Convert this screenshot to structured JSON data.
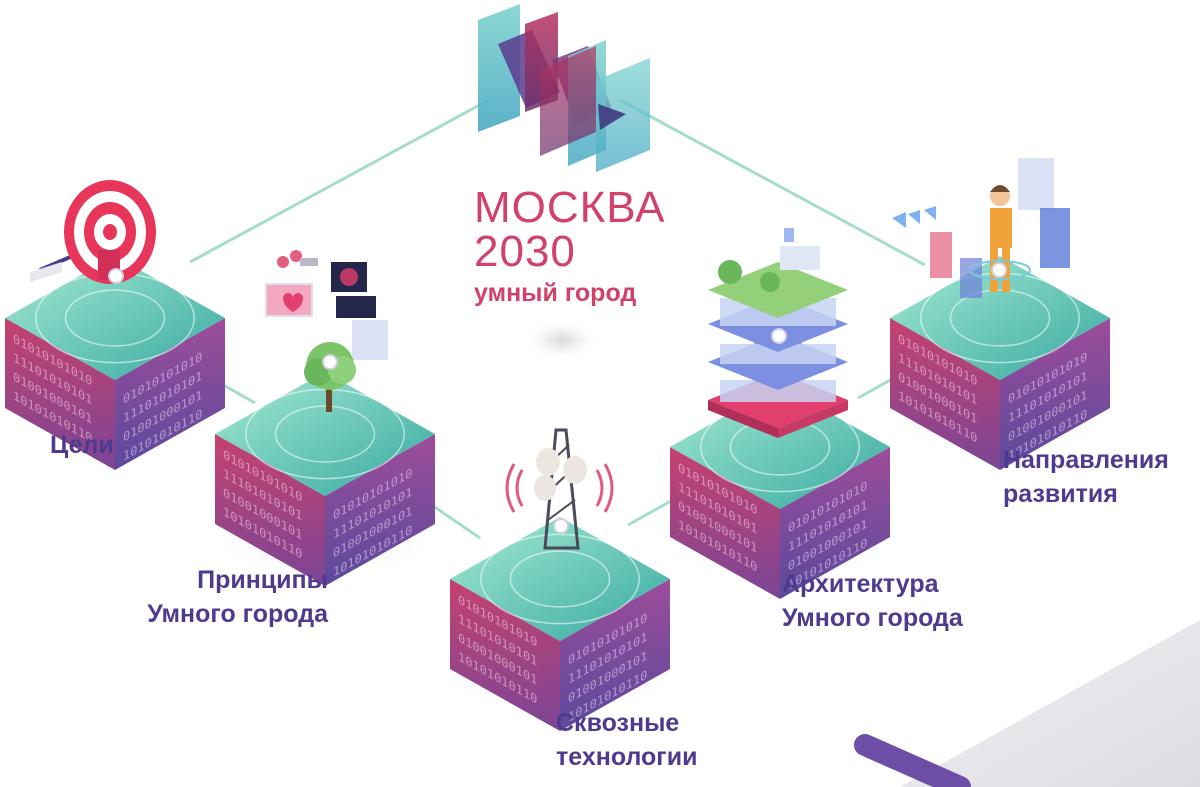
{
  "logo": {
    "line1": "МОСКВА",
    "line2": "2030",
    "line3": "умный город"
  },
  "nodes": {
    "goals": {
      "lines": [
        "Цели"
      ]
    },
    "principles": {
      "lines": [
        "Принципы",
        "Умного города"
      ]
    },
    "technologies": {
      "lines": [
        "Сквозные",
        "технологии"
      ]
    },
    "architecture": {
      "lines": [
        "Архитектура",
        "Умного города"
      ]
    },
    "directions": {
      "lines": [
        "Направления",
        "развития"
      ]
    }
  },
  "binary_texture": {
    "rows": [
      "01010101010",
      "11101010101",
      "01001000101",
      "10101010110"
    ]
  },
  "colors": {
    "label": "#4e3a8e",
    "brand": "#d1416a",
    "connector": "#9fdac9",
    "block_top_a": "#8fe0c9",
    "block_top_b": "#3bb3a6",
    "block_side_a": "#c8446f",
    "block_side_b": "#6a4a9e"
  }
}
